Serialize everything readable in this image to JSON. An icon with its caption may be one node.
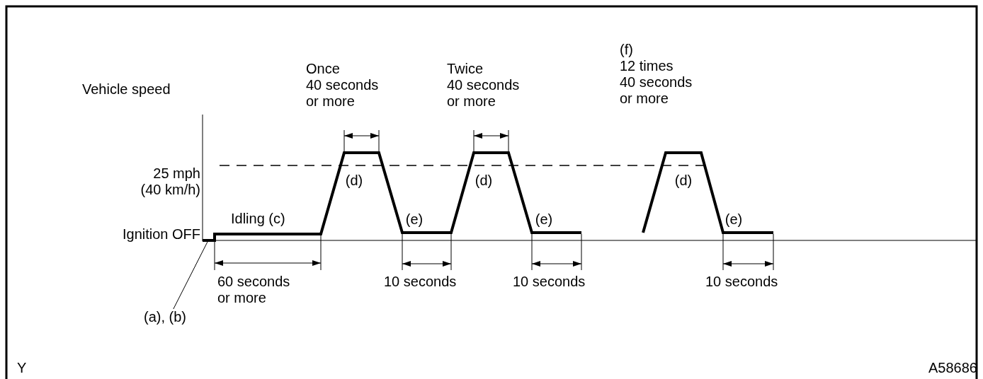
{
  "diagram": {
    "nodes": [
      {
        "text": [
          "(a), (b)"
        ]
      },
      {
        "text": [],
        "shape": "line"
      }
    ],
    "edges": [
      {
        "from": 0,
        "to": 1,
        "arrow": "none"
      }
    ],
    "labels": [
      "Vehicle speed",
      "Once",
      "40 seconds or more",
      "Twice",
      "40 seconds or more",
      "(f)",
      "12 times",
      "40 seconds or more",
      "25 mph (40 km/h)",
      "(d)",
      "(d)",
      "(d)",
      "Idling (c)",
      "(e)",
      "(e)",
      "(e)",
      "Ignition OFF",
      "60 seconds or more",
      "10 seconds",
      "10 seconds",
      "10 seconds",
      "Y",
      "A58686"
    ]
  }
}
